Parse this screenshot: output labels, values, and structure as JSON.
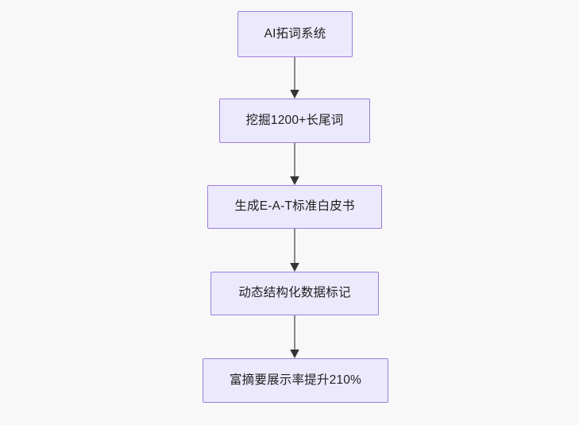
{
  "diagram": {
    "type": "flowchart",
    "direction": "top-to-bottom",
    "background_color": "#f8f8f8",
    "node_fill_color": "#ebe9fb",
    "node_border_color": "#9f7de0",
    "node_text_color": "#1f2020",
    "edge_line_color": "#888888",
    "edge_arrowhead_color": "#333333",
    "nodes": [
      {
        "id": "n1",
        "label": "AI拓词系统"
      },
      {
        "id": "n2",
        "label": "挖掘1200+长尾词"
      },
      {
        "id": "n3",
        "label": "生成E-A-T标准白皮书"
      },
      {
        "id": "n4",
        "label": "动态结构化数据标记"
      },
      {
        "id": "n5",
        "label": "富摘要展示率提升210%"
      }
    ],
    "edges": [
      {
        "id": "e1",
        "from": "n1",
        "to": "n2",
        "label": ""
      },
      {
        "id": "e2",
        "from": "n2",
        "to": "n3",
        "label": ""
      },
      {
        "id": "e3",
        "from": "n3",
        "to": "n4",
        "label": ""
      },
      {
        "id": "e4",
        "from": "n4",
        "to": "n5",
        "label": ""
      }
    ]
  }
}
